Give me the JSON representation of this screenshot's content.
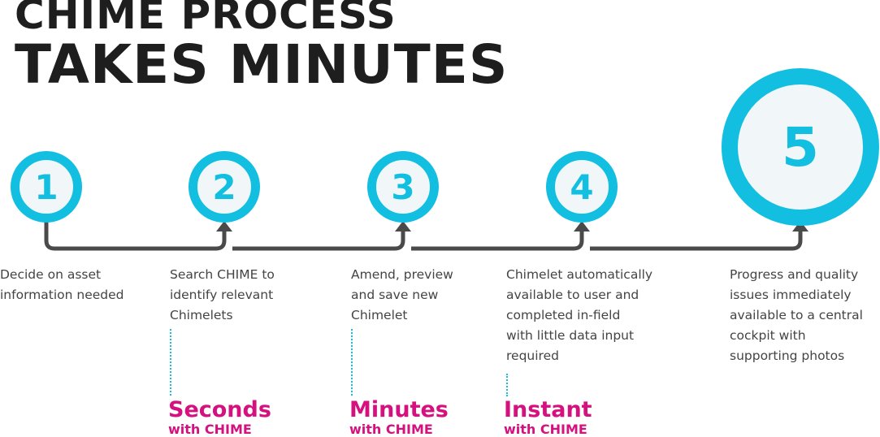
{
  "title": {
    "line1": "CHIME PROCESS",
    "line2": "TAKES MINUTES"
  },
  "colors": {
    "accent": "#12bfe0",
    "highlight": "#d4117e",
    "connector": "#4a4a4a",
    "text": "#1e1e1e"
  },
  "steps": [
    {
      "number": "1",
      "description": [
        "Decide on asset",
        "information needed"
      ]
    },
    {
      "number": "2",
      "description": [
        "Search CHIME to",
        "identify relevant",
        "Chimelets"
      ]
    },
    {
      "number": "3",
      "description": [
        "Amend, preview",
        "and save new",
        "Chimelet"
      ]
    },
    {
      "number": "4",
      "description": [
        "Chimelet automatically",
        "available to user and",
        "completed in-field",
        "with little data input",
        "required"
      ]
    },
    {
      "number": "5",
      "description": [
        "Progress and quality",
        "issues immediately",
        "available to a central",
        "cockpit with",
        "supporting photos"
      ]
    }
  ],
  "timings": [
    {
      "big": "Seconds",
      "small": "with CHIME"
    },
    {
      "big": "Minutes",
      "small": "with CHIME"
    },
    {
      "big": "Instant",
      "small": "with CHIME"
    }
  ]
}
